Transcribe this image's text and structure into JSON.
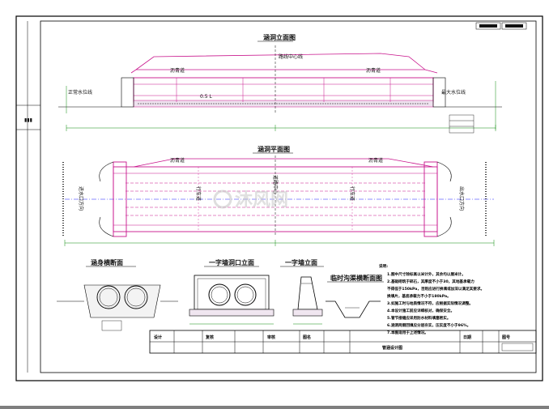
{
  "views": {
    "elevation_title": "涵洞立面图",
    "plan_title": "涵洞平面图",
    "section_title": "涵身横断面",
    "wall_title": "一字墙洞口立面",
    "end_title": "一字墙立面",
    "temp_title": "临时沟渠横断面图"
  },
  "elevation_labels": {
    "left_road": "沥青道",
    "right_road": "沥青道",
    "slope": "0.5 L",
    "water_left": "正常水位线",
    "water_right": "最大水位线",
    "ref": "路线中心线"
  },
  "plan_labels": {
    "left_side": "进水口方向",
    "right_side": "出水口方向",
    "mid_left": "行车道",
    "mid_right": "行车道",
    "center": "道路中心"
  },
  "notes": {
    "heading": "说明:",
    "items": [
      "1.图中尺寸除标高以米计外，其余均以厘米计。",
      "2.基础砌筑于碎石，其厚度不小于30，其地基承载力",
      "  不得低于150kPa，否则应进行换填或加深以满足其要求。",
      "  换填片，基底承载力不小于180kPa。",
      "3.如施工时与地质情况不符，应根据实际情况调整。",
      "4.本设计施工前应详细核对，确保安全。",
      "5.管节接缝应采用防水材料填塞密实。",
      "6.涵洞两侧回填应分层夯实，压实度不小于96%。",
      "7.本图适用于上述情况。"
    ]
  },
  "title_block": {
    "cells": [
      "设计",
      "复核",
      "审核",
      "图名",
      "日期",
      "图号"
    ],
    "drawing_name": "管涵设计图"
  },
  "watermark": "沐风网"
}
